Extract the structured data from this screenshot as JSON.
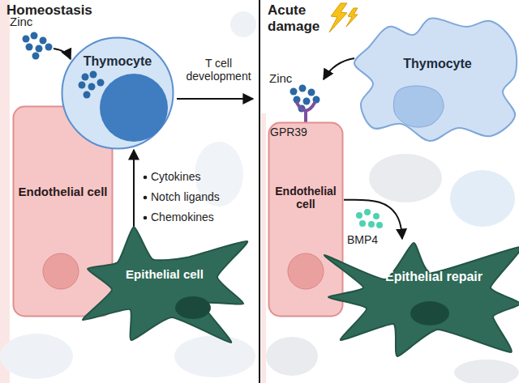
{
  "diagram": {
    "nodes": [
      {
        "text": [
          "Thymocyte"
        ]
      },
      {
        "text": [
          "Endothelial cell"
        ]
      },
      {
        "text": [
          "Epithelial cell"
        ]
      },
      {
        "text": [
          "Thymocyte"
        ]
      },
      {
        "text": [
          "Endothelial cell"
        ]
      },
      {
        "text": [
          "Epithelial repair"
        ]
      }
    ],
    "edges": [
      {
        "from": 2,
        "to": 0,
        "arrow": "to"
      },
      {
        "from": 4,
        "to": 5,
        "arrow": "to"
      }
    ],
    "labels": [
      "Homeostasis",
      "Zinc",
      "T cell development",
      "Cytokines",
      "Notch ligands",
      "Chemokines",
      "Acute damage",
      "Zinc",
      "GPR39",
      "BMP4"
    ]
  }
}
